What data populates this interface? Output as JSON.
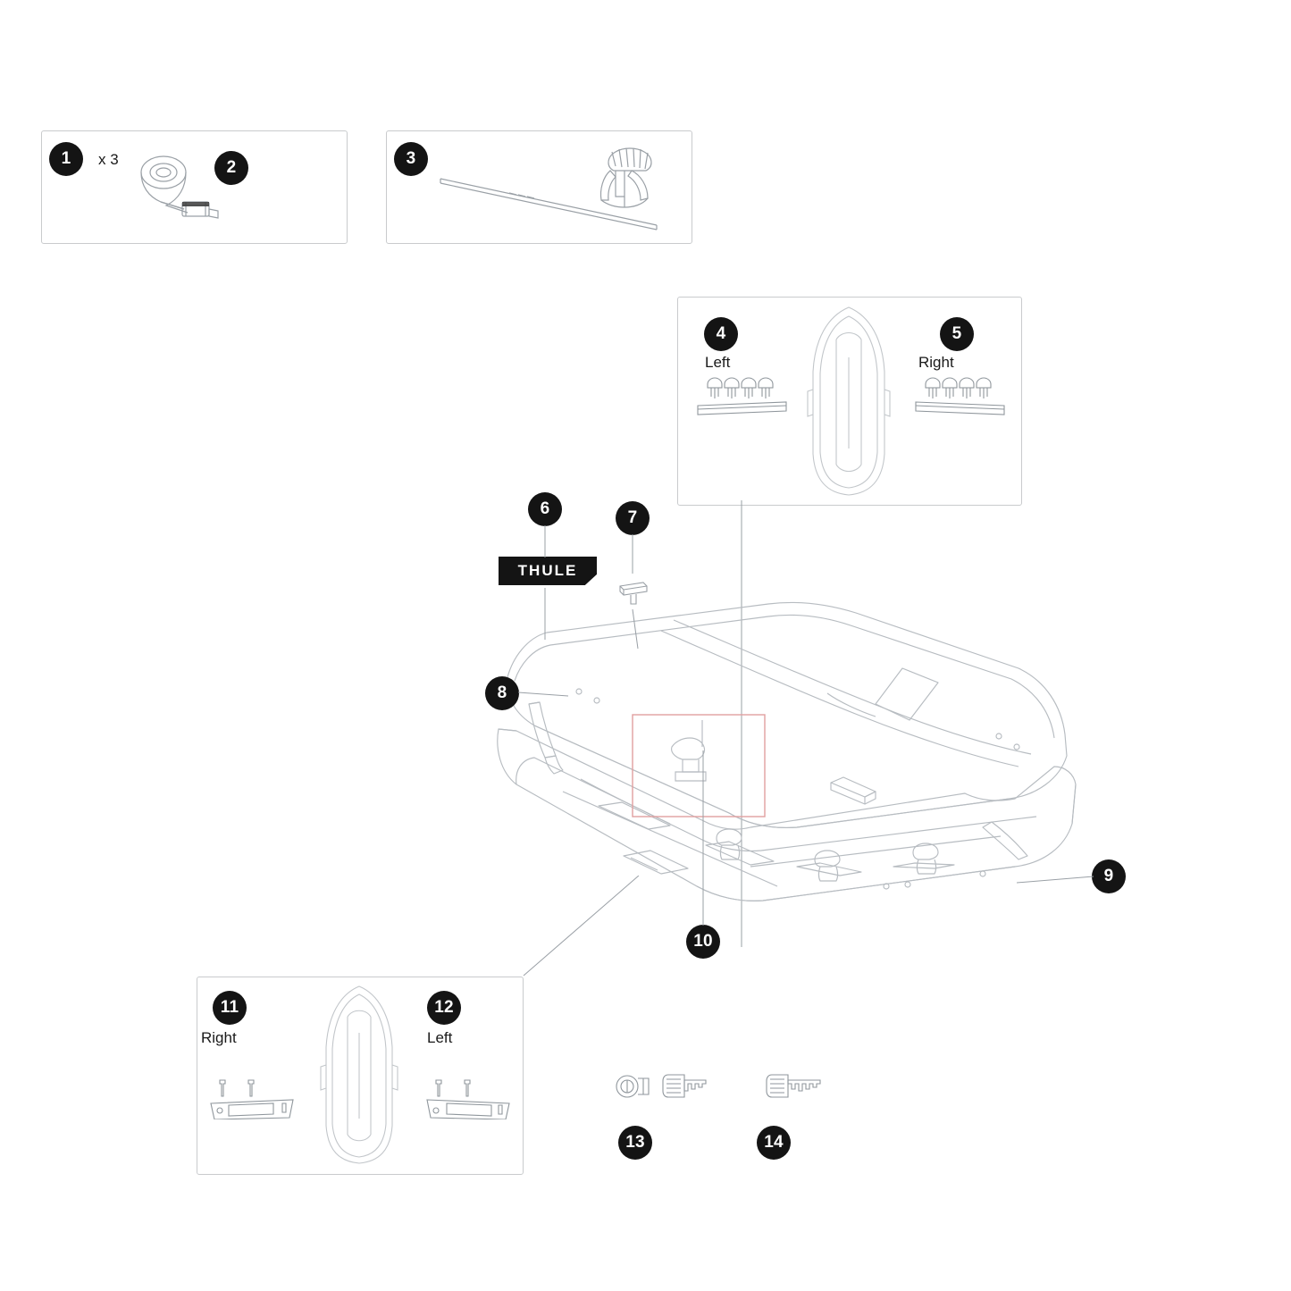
{
  "diagram": {
    "title": "Thule roof box spare parts exploded view",
    "brand_logo_text": "THULE",
    "quantity_note": "x 3",
    "panels": [
      {
        "id": "panel-straps",
        "items": [
          "1",
          "2"
        ]
      },
      {
        "id": "panel-tool",
        "items": [
          "3"
        ]
      },
      {
        "id": "panel-top-lid-pads",
        "items": [
          "4",
          "5"
        ]
      },
      {
        "id": "panel-bottom-handles",
        "items": [
          "11",
          "12"
        ]
      }
    ],
    "callouts": [
      {
        "number": "1",
        "name": "strap-coil"
      },
      {
        "number": "2",
        "name": "strap-buckle"
      },
      {
        "number": "3",
        "name": "torque-tool"
      },
      {
        "number": "4",
        "name": "left-lid-seal"
      },
      {
        "number": "5",
        "name": "right-lid-seal"
      },
      {
        "number": "6",
        "name": "thule-badge"
      },
      {
        "number": "7",
        "name": "lid-clip"
      },
      {
        "number": "8",
        "name": "gas-strut"
      },
      {
        "number": "9",
        "name": "lid-strut-right"
      },
      {
        "number": "10",
        "name": "latch-assembly"
      },
      {
        "number": "11",
        "name": "right-handle"
      },
      {
        "number": "12",
        "name": "left-handle"
      },
      {
        "number": "13",
        "name": "lock-cylinder-with-key"
      },
      {
        "number": "14",
        "name": "spare-key"
      }
    ],
    "side_labels": {
      "top_left": "Left",
      "top_right": "Right",
      "bottom_left": "Right",
      "bottom_right": "Left"
    },
    "colors": {
      "badge_fill": "#141414",
      "badge_text": "#ffffff",
      "panel_border": "#c9cbcd",
      "line_stroke": "#9aa0a6",
      "highlight_box": "#e0a0a0",
      "background": "#ffffff"
    }
  }
}
